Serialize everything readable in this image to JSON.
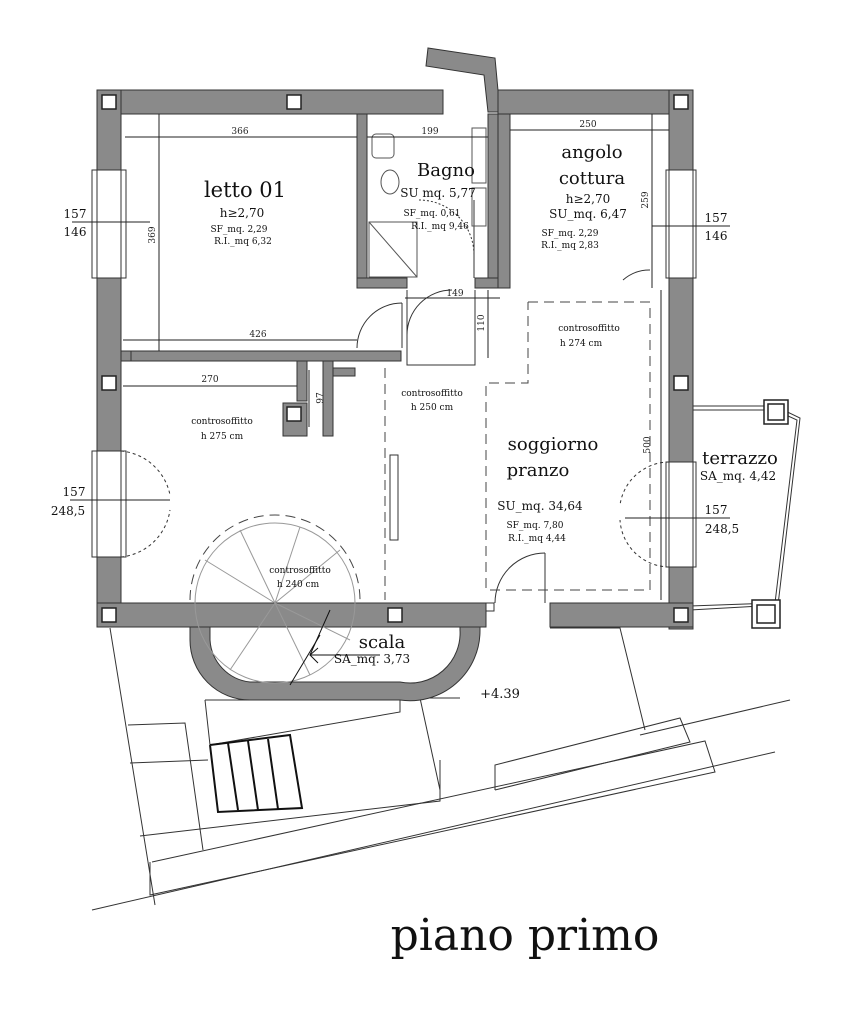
{
  "title": "piano primo",
  "rooms": {
    "letto": {
      "name": "letto 01",
      "h": "h≥2,70",
      "sf": "SF_mq. 2,29",
      "ri": "R.I._mq 6,32"
    },
    "bagno": {
      "name": "Bagno",
      "su": "SU mq. 5,77",
      "sf": "SF_mq. 0,61",
      "ri": "R.I._mq 9,46"
    },
    "angolo": {
      "name1": "angolo",
      "name2": "cottura",
      "h": "h≥2,70",
      "su": "SU_mq. 6,47",
      "sf": "SF_mq. 2,29",
      "ri": "R.I._mq 2,83"
    },
    "soggiorno": {
      "name1": "soggiorno",
      "name2": "pranzo",
      "su": "SU_mq. 34,64",
      "sf": "SF_mq. 7,80",
      "ri": "R.I._mq 4,44"
    },
    "terrazzo": {
      "name": "terrazzo",
      "sa": "SA_mq. 4,42"
    },
    "scala": {
      "name": "scala",
      "sa": "SA_mq. 3,73"
    }
  },
  "ceilings": {
    "c1": {
      "label": "controsoffitto",
      "h": "h 274 cm"
    },
    "c2": {
      "label": "controsoffitto",
      "h": "h 250 cm"
    },
    "c3": {
      "label": "controsoffitto",
      "h": "h 275 cm"
    },
    "c4": {
      "label": "controsoffitto",
      "h": "h 240 cm"
    }
  },
  "dimensions": {
    "d366": "366",
    "d199": "199",
    "d250": "250",
    "d369": "369",
    "d426": "426",
    "d149": "149",
    "d110": "110",
    "d259": "259",
    "d270": "270",
    "d97": "97",
    "d500": "500"
  },
  "windows": {
    "w1_top": "157",
    "w1_bot": "146",
    "w2_top": "157",
    "w2_bot": "146",
    "w3_top": "157",
    "w3_bot": "248,5",
    "w4_top": "157",
    "w4_bot": "248,5"
  },
  "level": "+4.39"
}
